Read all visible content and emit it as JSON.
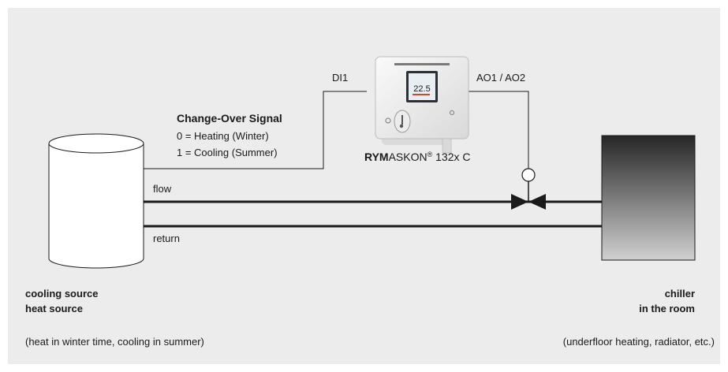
{
  "change_over": {
    "title": "Change-Over Signal",
    "line1": "0 = Heating (Winter)",
    "line2": "1 = Cooling (Summer)"
  },
  "device": {
    "name_bold": "RYM",
    "name_rest": "ASKON",
    "reg": "®",
    "model": " 132x C",
    "display_value": "22.5",
    "input_label": "DI1",
    "output_label": "AO1 / AO2"
  },
  "pipes": {
    "flow_label": "flow",
    "return_label": "return"
  },
  "source": {
    "line1": "cooling source",
    "line2": "heat source",
    "note": "(heat in winter time, cooling in summer)"
  },
  "room": {
    "line1": "chiller",
    "line2": "in the room",
    "note": "(underfloor heating, radiator, etc.)"
  },
  "colors": {
    "background": "#ececec",
    "line": "#1a1a1a",
    "display_accent": "#d04a2a"
  }
}
